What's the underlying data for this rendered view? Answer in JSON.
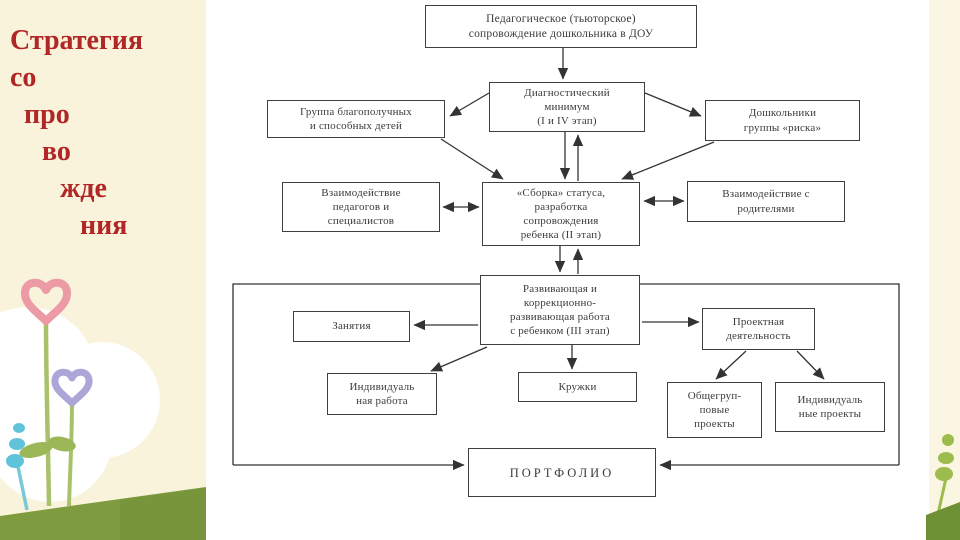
{
  "slide": {
    "title_lines": [
      "Стратегия",
      "со",
      "про",
      "во",
      "жде",
      "ния"
    ],
    "title_color": "#b12626"
  },
  "diagram": {
    "line_color": "#333333",
    "nodes": [
      {
        "id": "pedagogical-support",
        "label": "Педагогическое (тьюторское)\nсопровождение дошкольника в ДОУ"
      },
      {
        "id": "diagnostic-minimum",
        "label": "Диагностический\nминимум\n(I и IV этап)"
      },
      {
        "id": "successful-children-group",
        "label": "Группа благополучных\nи способных детей"
      },
      {
        "id": "risk-group",
        "label": "Дошкольники\nгруппы «риска»"
      },
      {
        "id": "teachers-specialists-interaction",
        "label": "Взаимодействие\nпедагогов и\nспециалистов"
      },
      {
        "id": "status-assembly",
        "label": "«Сборка» статуса,\nразработка\nсопровождения\nребенка  (II этап)"
      },
      {
        "id": "parents-interaction",
        "label": "Взаимодействие с\nродителями"
      },
      {
        "id": "developmental-work",
        "label": "Развивающая и\nкоррекционно-\nразвивающая работа\nс ребенком (III этап)"
      },
      {
        "id": "lessons",
        "label": "Занятия"
      },
      {
        "id": "project-activity",
        "label": "Проектная\nдеятельность"
      },
      {
        "id": "individual-work",
        "label": "Индивидуаль\nная работа"
      },
      {
        "id": "clubs",
        "label": "Кружки"
      },
      {
        "id": "group-projects",
        "label": "Общегруп-\nповые\nпроекты"
      },
      {
        "id": "individual-projects",
        "label": "Индивидуаль\nные проекты"
      },
      {
        "id": "portfolio",
        "label": "ПОРТФОЛИО"
      }
    ]
  }
}
